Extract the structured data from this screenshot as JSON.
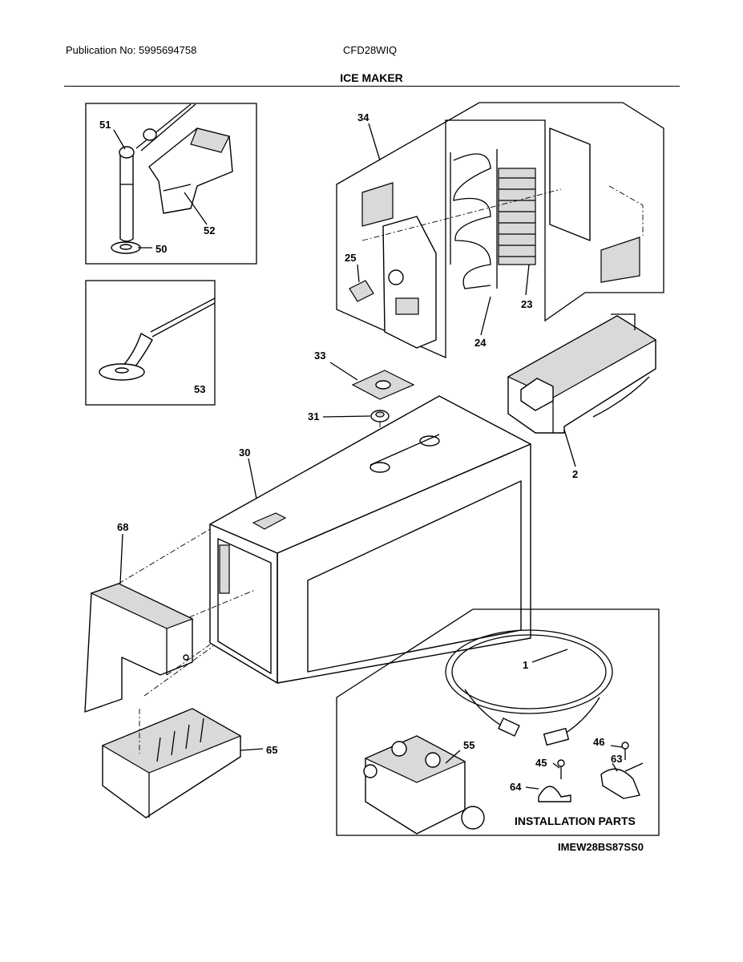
{
  "header": {
    "publication": "Publication No: 5995694758",
    "model": "CFD28WIQ",
    "title": "ICE MAKER"
  },
  "labels": {
    "p1": "1",
    "p2": "2",
    "p23": "23",
    "p24": "24",
    "p25": "25",
    "p30": "30",
    "p31": "31",
    "p33": "33",
    "p34": "34",
    "p45": "45",
    "p46": "46",
    "p50": "50",
    "p51": "51",
    "p52": "52",
    "p53": "53",
    "p55": "55",
    "p63": "63",
    "p64": "64",
    "p65": "65",
    "p68": "68"
  },
  "installation_title": "INSTALLATION PARTS",
  "diagram_code": "IMEW28BS87SS0"
}
